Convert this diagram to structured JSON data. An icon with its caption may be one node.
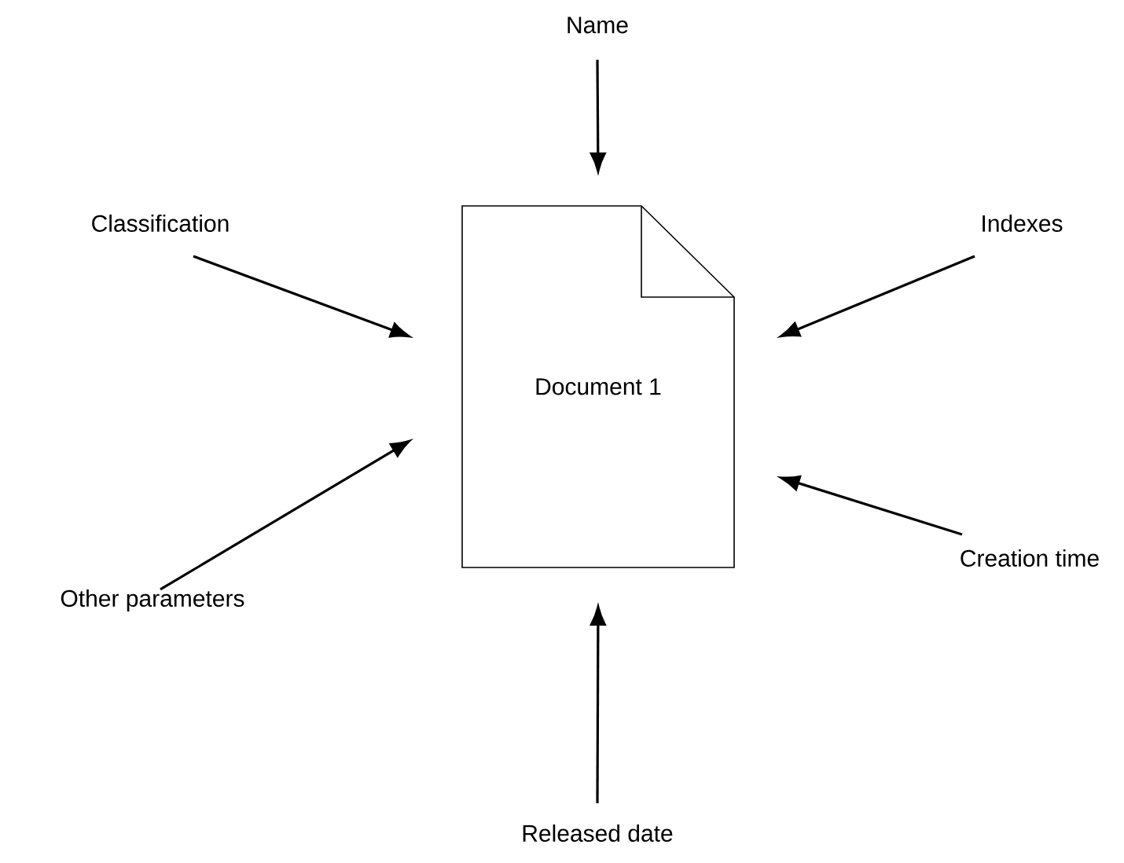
{
  "diagram": {
    "nodes": [
      {
        "text": [
          "Document 1"
        ]
      },
      {
        "text": [
          "Name"
        ]
      },
      {
        "text": [
          "Classification"
        ]
      },
      {
        "text": [
          "Indexes"
        ]
      },
      {
        "text": [
          "Other parameters"
        ]
      },
      {
        "text": [
          "Creation time"
        ]
      },
      {
        "text": [
          "Released date"
        ]
      }
    ],
    "edges": [
      {
        "from": 1,
        "to": 0,
        "arrow": "to"
      },
      {
        "from": 2,
        "to": 0,
        "arrow": "to"
      },
      {
        "from": 3,
        "to": 0,
        "arrow": "to"
      },
      {
        "from": 4,
        "to": 0,
        "arrow": "to"
      },
      {
        "from": 5,
        "to": 0,
        "arrow": "to"
      },
      {
        "from": 6,
        "to": 0,
        "arrow": "to"
      }
    ]
  }
}
